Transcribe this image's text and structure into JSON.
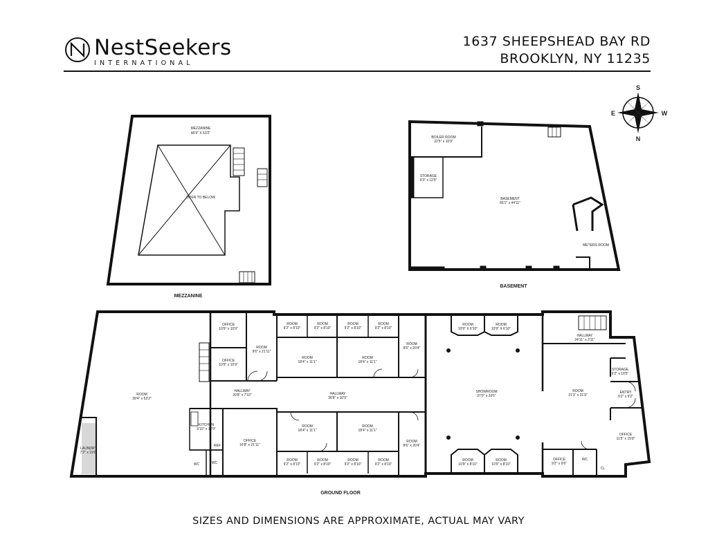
{
  "brand": {
    "name": "NestSeekers",
    "sub": "INTERNATIONAL"
  },
  "address": {
    "line1": "1637 SHEEPSHEAD BAY RD",
    "line2": "BROOKLYN, NY 11235"
  },
  "compass": {
    "n": "N",
    "s": "S",
    "e": "E",
    "w": "W"
  },
  "floors": {
    "mezzanine": "MEZZANINE",
    "basement": "BASEMENT",
    "ground": "GROUND FLOOR"
  },
  "rooms": {
    "mezz": {
      "name": "MEZZANINE",
      "dim": "46'9\" X 53'2\""
    },
    "open_below": {
      "name": "OPEN TO BELOW"
    },
    "boiler": {
      "name": "BOILER ROOM",
      "dim": "22'5\" x 10'9\""
    },
    "storage_b": {
      "name": "STORAGE",
      "dim": "9'3\" x 12'5\""
    },
    "basement": {
      "name": "BASEMENT",
      "dim": "66'1\" x 44'11\""
    },
    "meters": {
      "name": "METERS ROOM"
    },
    "big_room": {
      "name": "ROOM",
      "dim": "39'4\" x 53'2\""
    },
    "laundry": {
      "name": "LAUNDRY",
      "dim": "7'2\" x 19'0\""
    },
    "office1": {
      "name": "OFFICE",
      "dim": "10'9\" x 10'9\""
    },
    "office2": {
      "name": "OFFICE",
      "dim": "10'9\" x 10'9\""
    },
    "room_9x21": {
      "name": "ROOM",
      "dim": "9'6\" x 21'11\""
    },
    "hallway1": {
      "name": "HALLWAY",
      "dim": "20'8\" x 7'10\""
    },
    "kitchen": {
      "name": "KITCHEN",
      "dim": "9'10\" x 12'9\""
    },
    "office3": {
      "name": "OFFICE",
      "dim": "16'8\" x 21'11\""
    },
    "wc1": {
      "name": "WC"
    },
    "wc2": {
      "name": "WC"
    },
    "ref": {
      "name": "REF"
    },
    "r_t1": {
      "name": "ROOM",
      "dim": "9'2\" x 8'10\""
    },
    "r_t2": {
      "name": "ROOM",
      "dim": "9'2\" x 8'10\""
    },
    "r_t3": {
      "name": "ROOM",
      "dim": "9'2\" x 8'10\""
    },
    "r_t4": {
      "name": "ROOM",
      "dim": "9'2\" x 8'10\""
    },
    "r_mid1": {
      "name": "ROOM",
      "dim": "18'4\" x 11'1\""
    },
    "r_mid2": {
      "name": "ROOM",
      "dim": "18'4\" x 11'1\""
    },
    "hallway2": {
      "name": "HALLWAY",
      "dim": "36'8\" x 10'9\""
    },
    "r_mid3": {
      "name": "ROOM",
      "dim": "18'4\" x 11'1\""
    },
    "r_mid4": {
      "name": "ROOM",
      "dim": "18'4\" x 11'1\""
    },
    "r_b1": {
      "name": "ROOM",
      "dim": "9'2\" x 8'10\""
    },
    "r_b2": {
      "name": "ROOM",
      "dim": "9'2\" x 8'10\""
    },
    "r_b3": {
      "name": "ROOM",
      "dim": "9'2\" x 8'10\""
    },
    "r_b4": {
      "name": "ROOM",
      "dim": "9'2\" x 8'10\""
    },
    "r_8x20a": {
      "name": "ROOM",
      "dim": "8'6\" x 20'4\""
    },
    "r_8x20b": {
      "name": "ROOM",
      "dim": "8'6\" x 20'4\""
    },
    "r_s1": {
      "name": "ROOM",
      "dim": "10'9\" X 6'10\""
    },
    "r_s2": {
      "name": "ROOM",
      "dim": "10'9\" X 6'10\""
    },
    "showroom": {
      "name": "SHOWROOM",
      "dim": "37'0\" x 33'5\""
    },
    "r_s3": {
      "name": "ROOM",
      "dim": "10'9\" x 8'10\""
    },
    "r_s4": {
      "name": "ROOM",
      "dim": "10'9\" x 8'10\""
    },
    "hallway3": {
      "name": "HALLWAY",
      "dim": "24'11\" x 3'11\""
    },
    "room_21": {
      "name": "ROOM",
      "dim": "21'3\" x 31'9\""
    },
    "storage_g": {
      "name": "STORAGE",
      "dim": "6'2\" x 10'5\""
    },
    "entry": {
      "name": "ENTRY",
      "dim": "6'2\" x 9'2\""
    },
    "office4": {
      "name": "OFFICE",
      "dim": "11'5\" x 15'8\""
    },
    "office5": {
      "name": "OFFICE",
      "dim": "9'2\" x 9'6\""
    },
    "wc3": {
      "name": "WC"
    },
    "cl": {
      "name": "CL"
    }
  },
  "disclaimer": "SIZES AND DIMENSIONS ARE APPROXIMATE, ACTUAL MAY VARY"
}
